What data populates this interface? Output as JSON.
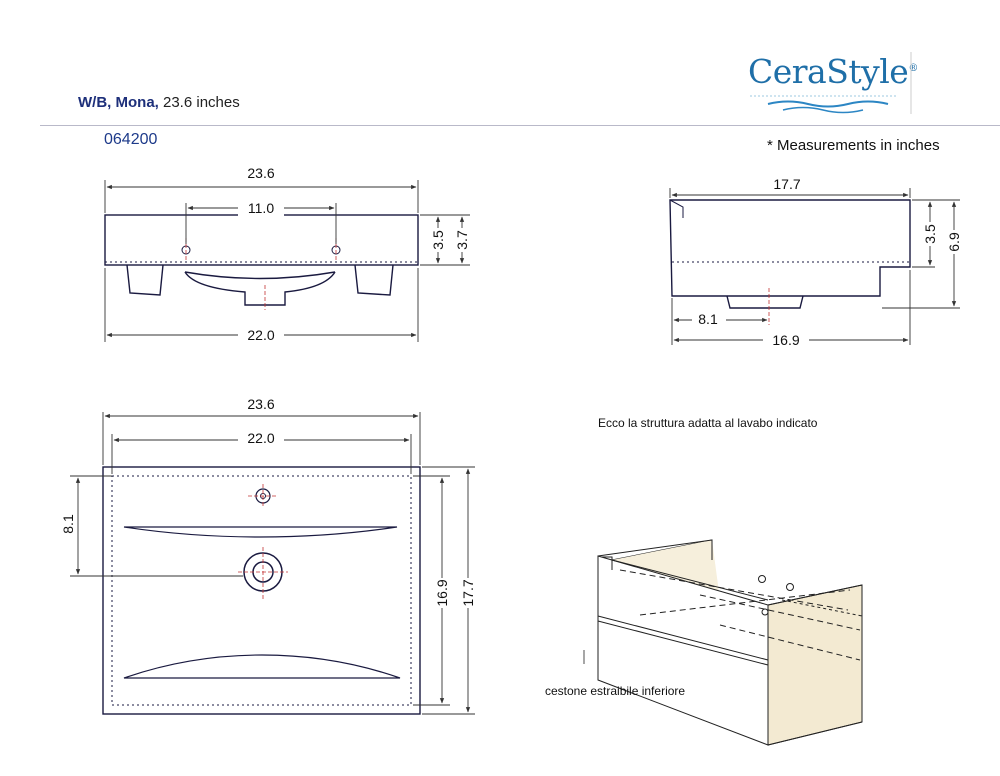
{
  "header": {
    "model_bold": "W/B, Mona,",
    "model_size": "23.6 inches",
    "product_code": "064200",
    "measurements_note": "* Measurements in inches",
    "logo_text": "CeraStyle",
    "logo_mark": "®"
  },
  "front_view": {
    "overall_width": "23.6",
    "tap_spacing": "11.0",
    "rim_height": "3.5",
    "body_height": "3.7",
    "base_width": "22.0"
  },
  "side_view": {
    "overall_depth": "17.7",
    "rim_height": "3.5",
    "total_height": "6.9",
    "drain_offset": "8.1",
    "base_depth": "16.9"
  },
  "top_view": {
    "overall_width": "23.6",
    "inner_width": "22.0",
    "drain_offset": "8.1",
    "inner_depth": "16.9",
    "overall_depth": "17.7"
  },
  "cabinet": {
    "caption": "Ecco la struttura adatta al lavabo indicato",
    "drawer_label": "cestone estraibile inferiore"
  },
  "colors": {
    "line": "#1a1a40",
    "dimension": "#333333",
    "accent": "#c33333",
    "logo_blue": "#1f6fa8",
    "wood": "#f3ead2"
  }
}
